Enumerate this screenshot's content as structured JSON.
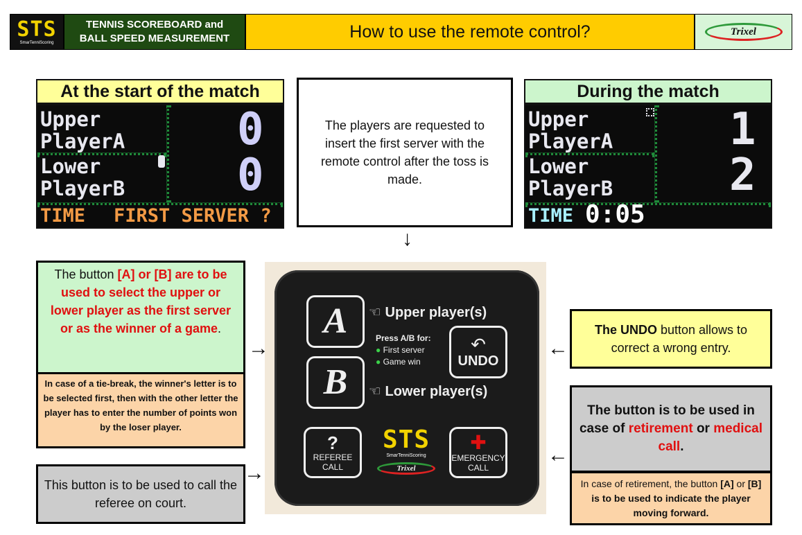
{
  "header": {
    "logo_text": "STS",
    "logo_sub": "SmarTenniScoring",
    "subtitle_line1": "TENNIS SCOREBOARD and",
    "subtitle_line2": "BALL SPEED MEASUREMENT",
    "title": "How to use the remote control?",
    "brand": "Trixel"
  },
  "start_panel": {
    "heading": "At the start of the match",
    "upper": "Upper",
    "player_a": "PlayerA",
    "lower": "Lower",
    "player_b": "PlayerB",
    "score_a": "0",
    "score_b": "0",
    "footer_left": "TIME",
    "footer_right": "FIRST SERVER ?"
  },
  "middle_note": "The players are requested to insert the first server with the remote control after the toss is made.",
  "during_panel": {
    "heading": "During the match",
    "upper": "Upper",
    "player_a": "PlayerA",
    "lower": "Lower",
    "player_b": "PlayerB",
    "score_a": "1",
    "score_b": "2",
    "footer_left": "TIME",
    "footer_time": "0:05"
  },
  "ab_note": {
    "p1": "The button ",
    "p2": "[A] or [B] are to be used to select the upper or lower player as the first server or as the winner of a game",
    "p3": "."
  },
  "tiebreak_note": "In case of a tie-break, the winner's letter is to be selected first, then with the other letter the player has to enter the number of points won by the loser player.",
  "referee_note": "This button is to be used to call the referee on court.",
  "undo_note": {
    "bold": "The UNDO",
    "rest": " button allows to correct a wrong entry."
  },
  "emergency_note": {
    "p1": "The button is to be used in case of ",
    "p2": "retirement",
    "p3": " or ",
    "p4": "medical call",
    "p5": "."
  },
  "retirement_note": {
    "p1": "In case of retirement, the button ",
    "p2": "[A]",
    "p3": " or ",
    "p4": "[B] is to be used to indicate the player moving forward."
  },
  "remote": {
    "btn_a": "A",
    "btn_b": "B",
    "upper_label": "Upper player(s)",
    "lower_label": "Lower player(s)",
    "press_label": "Press A/B for:",
    "option1": "First server",
    "option2": "Game win",
    "undo": "UNDO",
    "referee_symbol": "?",
    "referee_line1": "REFEREE",
    "referee_line2": "CALL",
    "emergency_line1": "EMERGENCY",
    "emergency_line2": "CALL",
    "logo_text": "STS",
    "logo_sub": "SmarTenniScoring",
    "brand": "Trixel"
  },
  "icons": {
    "arrow_down": "↓",
    "arrow_right": "→",
    "arrow_left": "←",
    "hand": "☜",
    "undo_arrow": "↶",
    "red_cross": "✚"
  },
  "colors": {
    "header_green": "#1f4a12",
    "header_yellow": "#ffcc00",
    "start_head_bg": "#ffff99",
    "during_head_bg": "#ccf5cc",
    "ab_note_bg": "#ccf5cc",
    "tiebreak_bg": "#fcd4a8",
    "grey_bg": "#cccccc",
    "undo_bg": "#ffff99",
    "accent_red": "#e01010",
    "led_orange": "#f39a45",
    "led_cyan": "#a8f0ff"
  }
}
